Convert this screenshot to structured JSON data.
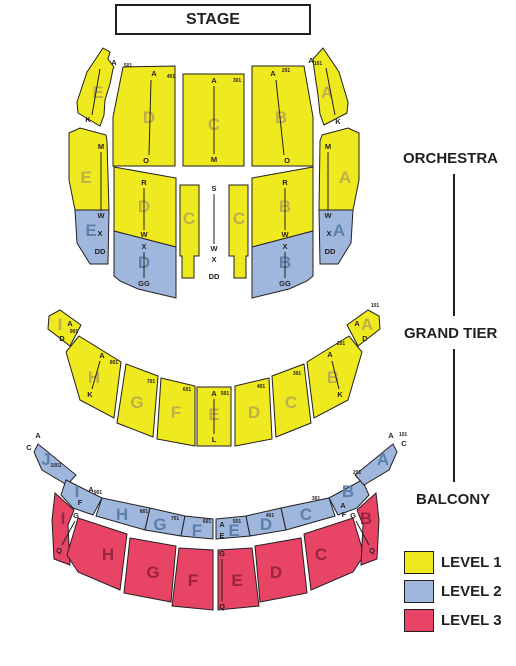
{
  "stage": "STAGE",
  "tiers": {
    "orchestra": "ORCHESTRA",
    "grand_tier": "GRAND TIER",
    "balcony": "BALCONY"
  },
  "legend": [
    {
      "label": "LEVEL 1",
      "color": "#efe920"
    },
    {
      "label": "LEVEL 2",
      "color": "#9fb7dd"
    },
    {
      "label": "LEVEL 3",
      "color": "#e84466"
    }
  ],
  "orchestra": {
    "sections": {
      "front": [
        "E",
        "D",
        "C",
        "B",
        "A"
      ],
      "rear": [
        "E",
        "D",
        "C",
        "C",
        "B",
        "A"
      ]
    },
    "rows": {
      "E_front": [
        "A",
        "K"
      ],
      "D_front": [
        "A",
        "O"
      ],
      "C_front": [
        "A",
        "M"
      ],
      "B_front": [
        "A",
        "O"
      ],
      "A_front": [
        "A",
        "K"
      ],
      "E_rear": [
        "M",
        "W",
        "X",
        "DD"
      ],
      "D_rear": [
        "R",
        "W",
        "X",
        "GG"
      ],
      "C_rear": [
        "S",
        "W",
        "X",
        "DD"
      ],
      "B_rear": [
        "R",
        "W",
        "X",
        "GG"
      ],
      "A_rear": [
        "M",
        "W",
        "X",
        "DD"
      ]
    },
    "seats": {
      "E": "501",
      "D": "401",
      "C": "301",
      "B": "201",
      "A": "101"
    }
  },
  "grand_tier": {
    "sections": [
      "I",
      "H",
      "G",
      "F",
      "E",
      "D",
      "C",
      "B",
      "A"
    ],
    "rows": {
      "I": [
        "A",
        "D"
      ],
      "H": [
        "A",
        "K"
      ],
      "E": [
        "A",
        "L"
      ],
      "B": [
        "A",
        "K"
      ],
      "A": [
        "A",
        "D"
      ]
    },
    "seats": {
      "I": "901",
      "H": "801",
      "G": "701",
      "F": "601",
      "E": "501",
      "D": "401",
      "C": "301",
      "B": "201",
      "A": "101"
    }
  },
  "balcony": {
    "level2_sections": [
      "J",
      "I",
      "H",
      "G",
      "F",
      "E",
      "D",
      "C",
      "B",
      "A"
    ],
    "level3_sections": [
      "I",
      "H",
      "G",
      "F",
      "E",
      "D",
      "C",
      "B"
    ],
    "rows": {
      "J": [
        "A",
        "C"
      ],
      "I_upper": [
        "A",
        "F"
      ],
      "E_upper": [
        "A",
        "E"
      ],
      "B_upper": [
        "A",
        "F"
      ],
      "A": [
        "A",
        "C"
      ],
      "I_lower": [
        "G",
        "Q"
      ],
      "E_lower": [
        "G",
        "Q"
      ],
      "B_lower": [
        "G",
        "Q"
      ]
    },
    "seats": {
      "J": "1001",
      "I": "901",
      "H": "801",
      "G": "701",
      "F": "601",
      "E": "501",
      "D": "401",
      "C": "301",
      "B": "201",
      "A": "101"
    }
  }
}
